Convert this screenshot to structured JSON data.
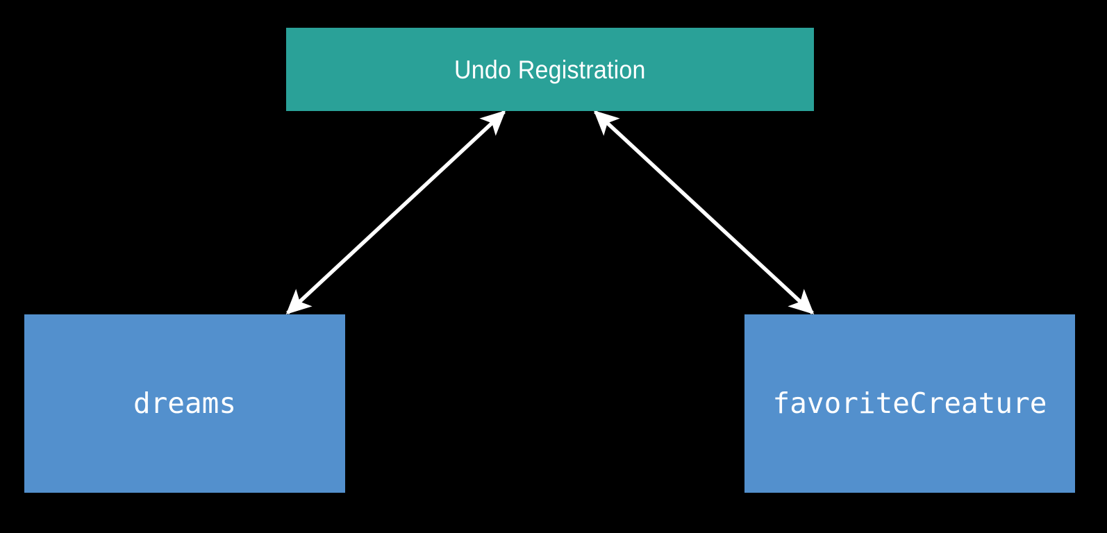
{
  "diagram": {
    "background_color": "#000000",
    "title_node": {
      "label": "Undo Registration",
      "fill_color": "#2aa198",
      "text_color": "#ffffff",
      "shape": "rectangle"
    },
    "leaf_nodes": [
      {
        "id": "dreams",
        "label": "dreams",
        "fill_color": "#5390cd",
        "text_color": "#ffffff",
        "shape": "rectangle"
      },
      {
        "id": "favoriteCreature",
        "label": "favoriteCreature",
        "fill_color": "#5390cd",
        "text_color": "#ffffff",
        "shape": "rectangle"
      }
    ],
    "edges": [
      {
        "id": "edge-root-dreams",
        "from": "Undo Registration",
        "to": "dreams",
        "style": "double-headed-arrow",
        "color": "#ffffff"
      },
      {
        "id": "edge-root-favoriteCreature",
        "from": "Undo Registration",
        "to": "favoriteCreature",
        "style": "double-headed-arrow",
        "color": "#ffffff"
      }
    ]
  }
}
